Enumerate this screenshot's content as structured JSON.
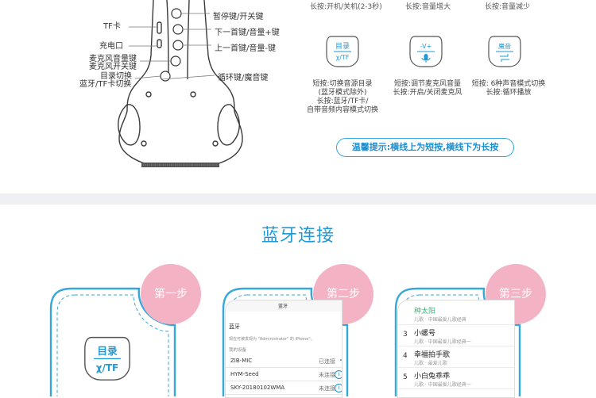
{
  "mic_labels_left": [
    "TF卡",
    "充电口",
    "麦克风音量键",
    "麦克风开关键",
    "目录切换",
    "蓝牙/TF卡切换"
  ],
  "mic_labels_right": [
    "暂停键/开关键",
    "下一首键/音量+键",
    "上一首键/音量-键",
    "循环键/魔音键"
  ],
  "top_notes": [
    "长按:开机/关机(2-3秒)",
    "长按:音量增大",
    "长按:音量减少"
  ],
  "buttons": {
    "catalog": {
      "top": "目录",
      "bottom": "χ/TF"
    },
    "mic": {
      "top": "-V+",
      "icon": "microphone-icon"
    },
    "magic": {
      "top": "魔音"
    }
  },
  "descriptions": {
    "catalog": [
      "短按:切换音源目录",
      "(蓝牙模式除外)",
      "长按:蓝牙/TF卡/",
      "自带音频内容模式切换"
    ],
    "mic": [
      "短按:调节麦克风音量",
      "长按:开启/关闭麦克风"
    ],
    "magic": [
      "短按: 6种声音模式切换",
      "长按:循环播放"
    ]
  },
  "tip": "温馨提示:横线上为短按,横线下为长按",
  "section_title": "蓝牙连接",
  "steps": [
    "第一步",
    "第二步",
    "第三步"
  ],
  "step1_button": {
    "top": "目录",
    "bottom": "χ/TF"
  },
  "phone2": {
    "status": "蓝牙",
    "header": "蓝牙",
    "discover_text": "现在可被发现为 \"Administrator\" 的 iPhone\"。",
    "section": "我的设备",
    "devices": [
      {
        "name": "ZIB-MIC",
        "state": "已连接"
      },
      {
        "name": "HYM-Seed",
        "state": "未连接"
      },
      {
        "name": "SKY-20180102WMA",
        "state": "未连接"
      }
    ]
  },
  "phone3": {
    "songs": [
      {
        "num": "",
        "title": "种太阳",
        "sub": "儿歌 · 中国最爱儿歌经典"
      },
      {
        "num": "3",
        "title": "小螺号",
        "sub": "儿歌 · 中国最爱儿歌经典一"
      },
      {
        "num": "4",
        "title": "幸福拍手歌",
        "sub": "儿歌 · 最爱儿歌"
      },
      {
        "num": "5",
        "title": "小白兔乖乖",
        "sub": "儿歌 · 中国最爱儿歌经典一"
      }
    ]
  },
  "colors": {
    "accent": "#1f9ad6",
    "step_pink": "#f4b3c5",
    "separator": "#eef0f3"
  }
}
